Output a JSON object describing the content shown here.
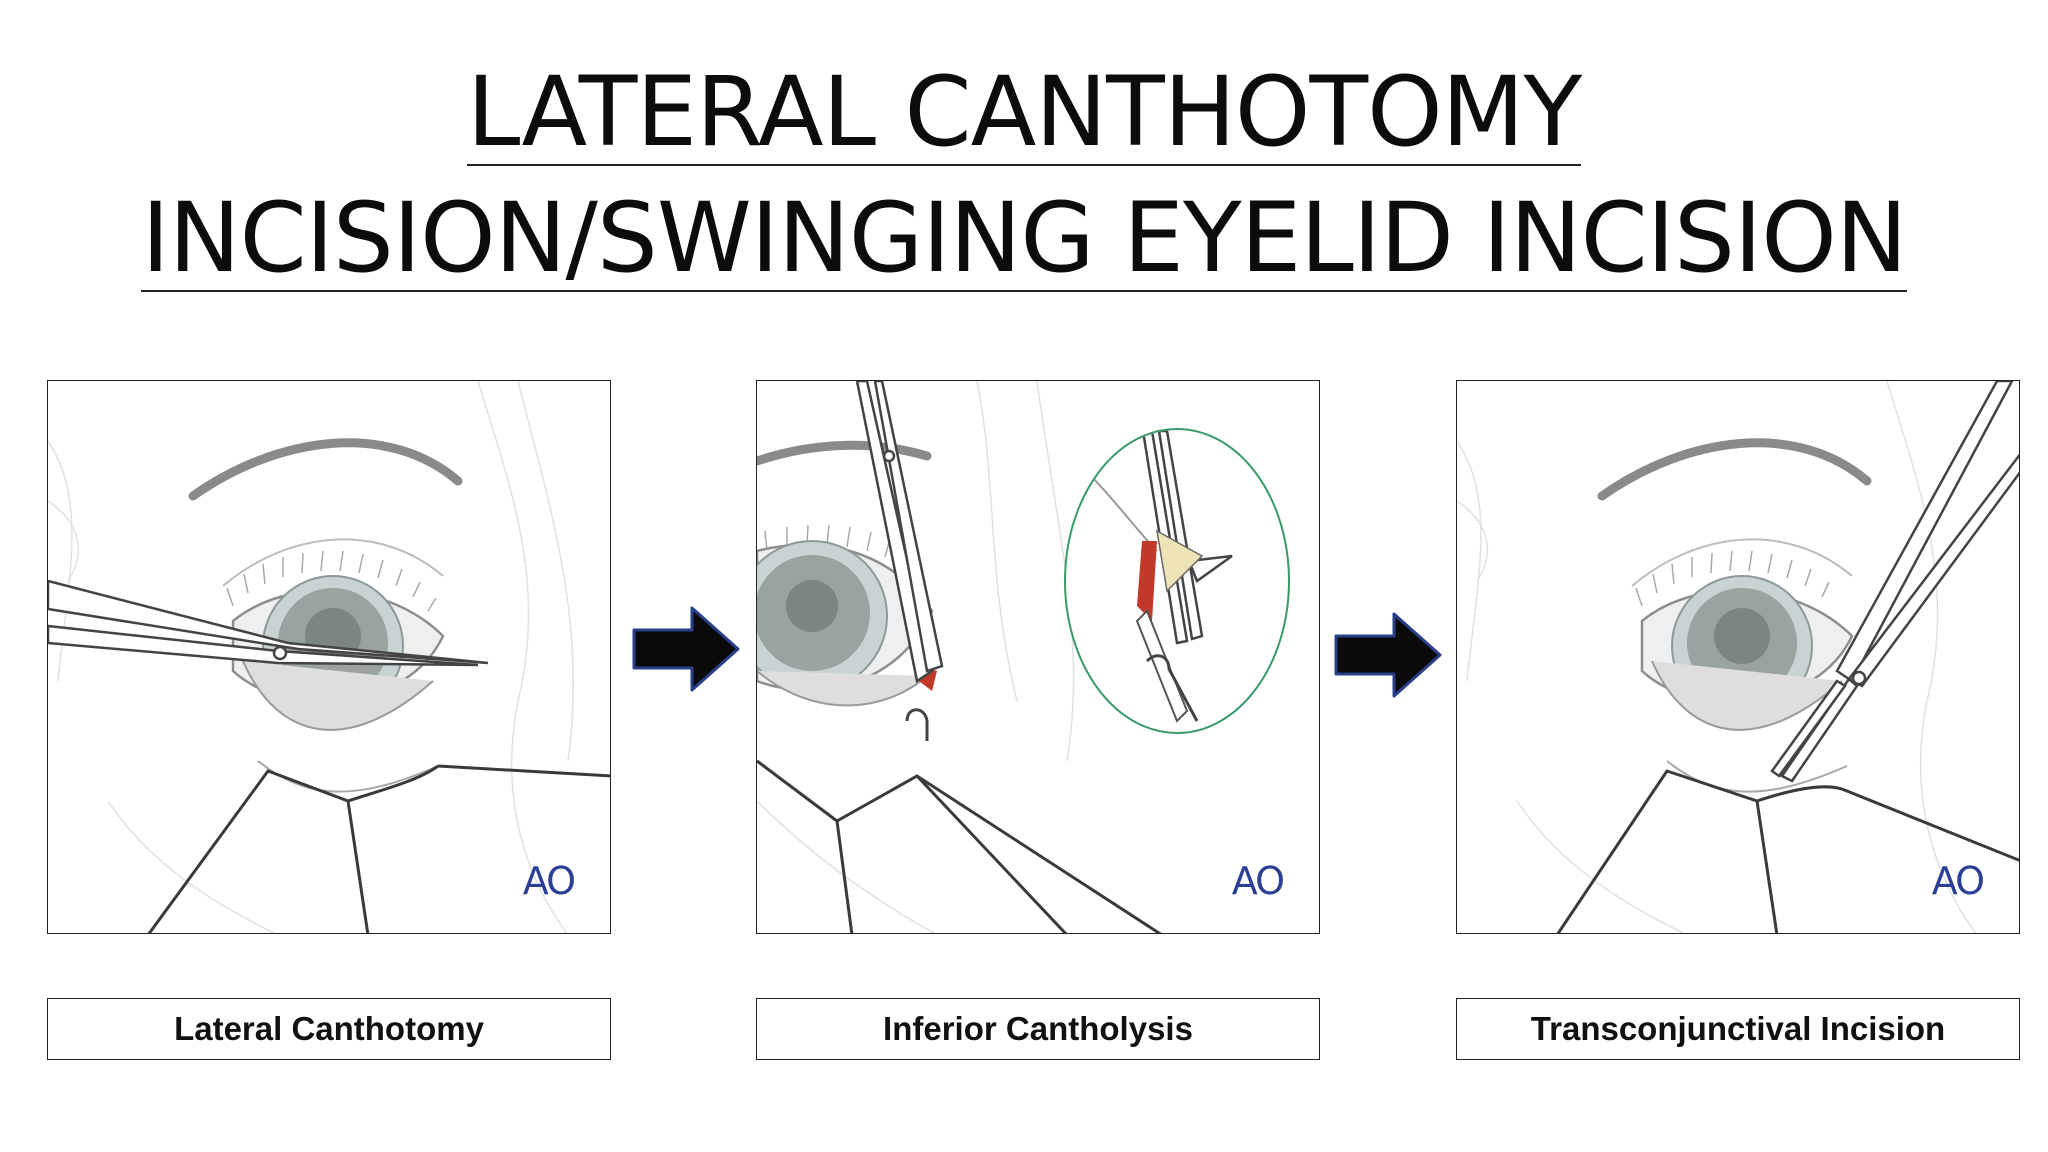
{
  "title": {
    "line1": "LATERAL CANTHOTOMY",
    "line2": "INCISION/SWINGING EYELID INCISION"
  },
  "steps": [
    {
      "caption": "Lateral Canthotomy",
      "logo": "AO"
    },
    {
      "caption": "Inferior Cantholysis",
      "logo": "AO"
    },
    {
      "caption": "Transconjunctival Incision",
      "logo": "AO"
    }
  ],
  "icons": {
    "step_arrow": "right-arrow-icon"
  },
  "colors": {
    "arrow_fill": "#0a0a0a",
    "arrow_stroke": "#2a3f8a",
    "logo": "#2b3f94",
    "iris": "#9aa39e",
    "pupil": "#7d8582",
    "tissue_red": "#c0392b",
    "zoom_circle": "#3a9a6a"
  }
}
